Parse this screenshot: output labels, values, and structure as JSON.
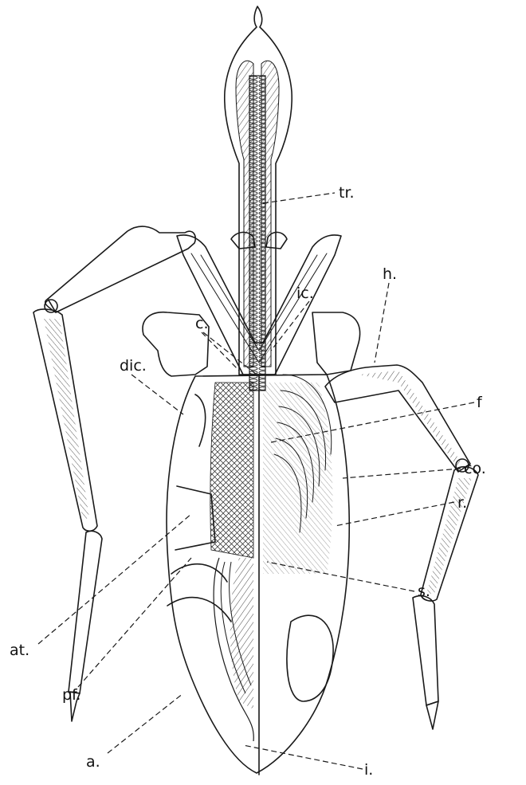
{
  "figure": {
    "labels": {
      "tr": "tr.",
      "h": "h.",
      "ic": "ic.",
      "c": "c.",
      "dic": "dic.",
      "f": "f",
      "co": "co.",
      "r": "r.",
      "s": "s.",
      "at": "at.",
      "pf": "pf.",
      "a": "a.",
      "i": "i."
    }
  }
}
